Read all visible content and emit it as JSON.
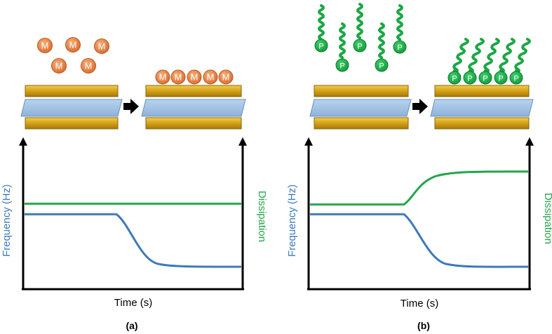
{
  "particles": {
    "monomer_letter": "M",
    "polymer_letter": "P"
  },
  "axes": {
    "y_left_label": "Frequency (Hz)",
    "y_right_label": "Dissipation",
    "x_label": "Time (s)"
  },
  "panels": [
    {
      "caption": "(a)",
      "description_curves": {
        "dissipation_changes": false
      }
    },
    {
      "caption": "(b)",
      "description_curves": {
        "dissipation_changes": true
      }
    }
  ],
  "colors": {
    "frequency_line": "#3d7ab8",
    "dissipation_line": "#22a64a",
    "electrode_gold": "#d4a017",
    "crystal_blue": "#9ec0e4",
    "monomer_orange": "#e07b39",
    "polymer_green": "#1aa745",
    "axis": "#000000"
  }
}
